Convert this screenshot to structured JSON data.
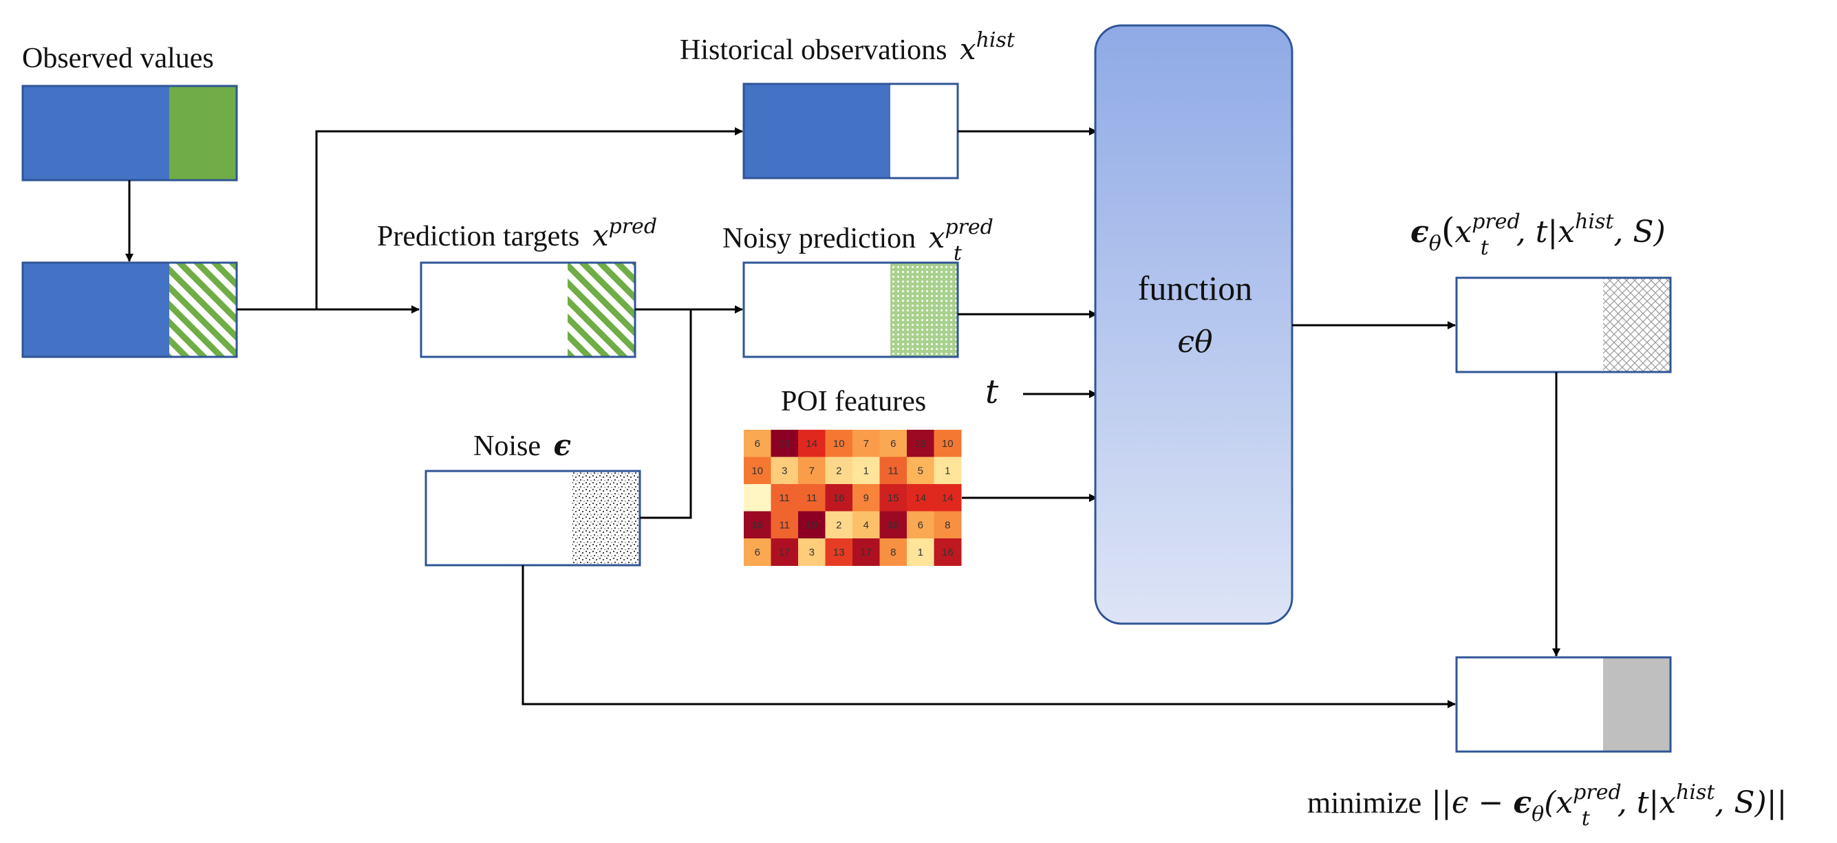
{
  "labels": {
    "observed": "Observed values",
    "historical": "Historical observations",
    "historical_sym": "x",
    "historical_sup": "hist",
    "pred_targets": "Prediction targets",
    "pred_sym": "x",
    "pred_sup": "pred",
    "noisy_pred": "Noisy prediction",
    "noisy_sym": "x",
    "noisy_sup": "pred",
    "noisy_sub": "t",
    "noise": "Noise",
    "noise_sym": "ϵ",
    "poi": "POI features",
    "t_input": "t",
    "function_line1": "function",
    "function_line2": "ϵθ",
    "output_pre": "ϵ",
    "output_sub": "θ",
    "output_open": "(",
    "output_x": "x",
    "output_sup": "pred",
    "output_tsub": "t",
    "output_mid": ", t|x",
    "output_hist": "hist",
    "output_end": ", S)",
    "minimize_word": "minimize",
    "minimize_expr1": "||ϵ − ",
    "minimize_eps": "ϵ",
    "minimize_theta": "θ",
    "minimize_open": "(x",
    "minimize_sup": "pred",
    "minimize_tsub": "t",
    "minimize_mid": ", t|x",
    "minimize_hist": "hist",
    "minimize_end": ", S)||"
  },
  "poi_grid": [
    [
      "6",
      "19",
      "14",
      "10",
      "7",
      "6",
      "18",
      "10"
    ],
    [
      "10",
      "3",
      "7",
      "2",
      "1",
      "11",
      "5",
      "1"
    ],
    [
      "",
      "11",
      "11",
      "16",
      "9",
      "15",
      "14",
      "14"
    ],
    [
      "18",
      "11",
      "19",
      "2",
      "4",
      "18",
      "6",
      "8"
    ],
    [
      "6",
      "17",
      "3",
      "13",
      "17",
      "8",
      "1",
      "16"
    ]
  ],
  "colors": {
    "blue": "#4472c4",
    "green": "#70ad47",
    "border": "#2f5597",
    "gray": "#bfbfbf",
    "function_top": "#8faae6",
    "function_bottom": "#dde4f6"
  }
}
